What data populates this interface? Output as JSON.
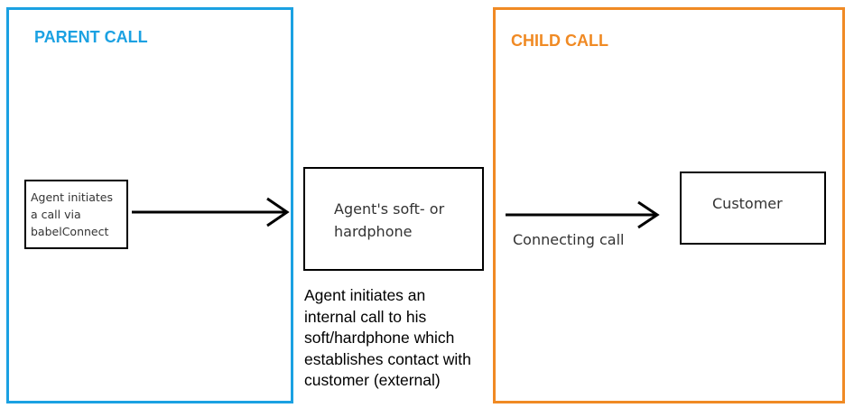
{
  "colors": {
    "parent": "#1ba1e2",
    "child": "#f08a24"
  },
  "regions": {
    "parent": {
      "title": "PARENT CALL"
    },
    "child": {
      "title": "CHILD CALL"
    }
  },
  "nodes": {
    "agent": {
      "lines": [
        "Agent initiates",
        "a call via",
        "babelConnect"
      ]
    },
    "phone": {
      "lines": [
        "Agent's soft- or",
        "hardphone"
      ]
    },
    "customer": {
      "label": "Customer"
    }
  },
  "edges": {
    "connecting_label": "Connecting call"
  },
  "annotation": {
    "lines": [
      "Agent initiates an",
      "internal call to his",
      "soft/hardphone which",
      "establishes contact with",
      "customer (external)"
    ]
  }
}
